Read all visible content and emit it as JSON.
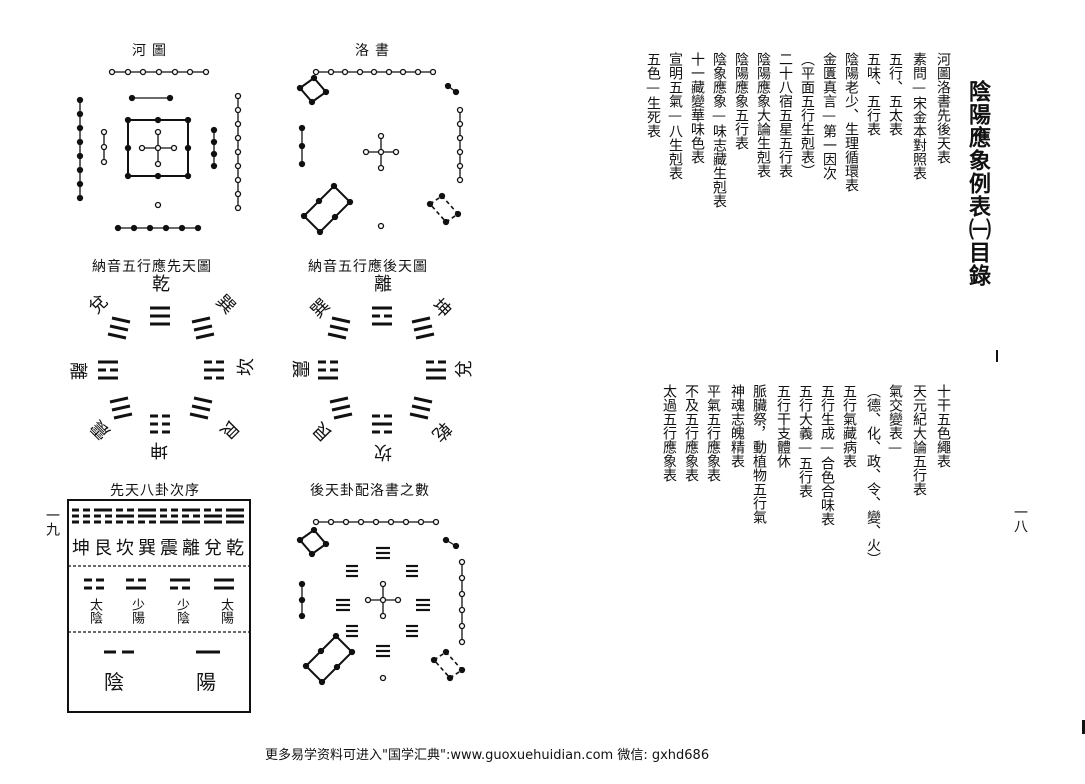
{
  "page": {
    "right_title": "陰陽應象例表㈠目錄",
    "page_num_right": "一八",
    "page_num_left": "一九",
    "footer": "更多易学资料可进入\"国学汇典\":www.guoxuehuidian.com    微信: gxhd686"
  },
  "toc_upper": [
    "河圖洛書先後天表",
    "素問—宋金本對照表",
    "五行、五太表",
    "五味、五行表",
    "陰陽老少、生理循環表",
    "金匱真言—第一因次",
    "（平面五行生剋表）",
    "二十八宿五星五行表",
    "陰陽應象大論生剋表",
    "陰陽應象五行表",
    "陰象應象—味志藏生剋表",
    "十一藏變華味色表",
    "宣明五氣—八生剋表",
    "五色—生死表"
  ],
  "toc_lower": [
    "十干五色繩表",
    "天元紀大論五行表",
    "氣交變表—",
    "（德、化、政、令、變、火）",
    "五行氣藏病表",
    "五行生成—合色合味表",
    "五行大義—五行表",
    "五行干支體休",
    "脈臟祭，動植物五行氣",
    "神魂志魄精表",
    "平氣五行應象表",
    "不及五行應象表",
    "太過五行應象表"
  ],
  "diagrams": {
    "hetu_title": "河圖",
    "luoshu_title": "洛書",
    "xiantian_title": "納音五行應先天圖",
    "houtian_title": "納音五行應後天圖",
    "xulie_title": "先天八卦次序",
    "houtian_luoshu_title": "後天卦配洛書之數"
  },
  "xiantian": {
    "top": "乾",
    "bottom": "坤",
    "left": "離",
    "right": "坎",
    "top_left": "兌",
    "top_right": "巽",
    "bottom_left": "震",
    "bottom_right": "艮"
  },
  "houtian": {
    "top": "離",
    "bottom": "坎",
    "left": "震",
    "right": "兌",
    "top_left": "巽",
    "top_right": "坤",
    "bottom_left": "艮",
    "bottom_right": "乾"
  },
  "sequence": {
    "trigrams": [
      "坤",
      "艮",
      "坎",
      "巽",
      "震",
      "離",
      "兌",
      "乾"
    ],
    "four_images": [
      "太陰",
      "少陽",
      "少陰",
      "太陽"
    ],
    "two_forms": [
      "陰",
      "陽"
    ]
  }
}
